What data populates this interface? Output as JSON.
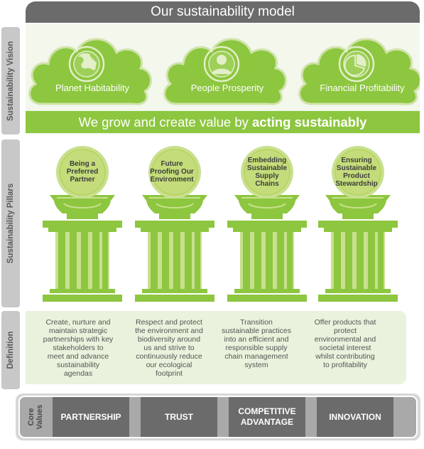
{
  "title": "Our sustainability model",
  "side_labels": {
    "vision": "Sustainability Vision",
    "pillars": "Sustainability Pillars",
    "definition": "Definition",
    "core_values": "Core Values"
  },
  "vision": {
    "clouds": [
      {
        "label": "Planet Habitability",
        "icon": "globe-icon"
      },
      {
        "label": "People Prosperity",
        "icon": "person-icon"
      },
      {
        "label": "Financial Profitability",
        "icon": "pie-chart-icon"
      }
    ],
    "banner_prefix": "We grow and create value by ",
    "banner_bold": "acting sustainably"
  },
  "pillars": [
    {
      "line1": "Being a",
      "line2": "Preferred",
      "line3": "Partner",
      "line4": ""
    },
    {
      "line1": "Future",
      "line2": "Proofing Our",
      "line3": "Environment",
      "line4": ""
    },
    {
      "line1": "Embedding",
      "line2": "Sustainable",
      "line3": "Supply",
      "line4": "Chains"
    },
    {
      "line1": "Ensuring",
      "line2": "Sustainable",
      "line3": "Product",
      "line4": "Stewardship"
    }
  ],
  "definitions": [
    [
      "Create, nurture and",
      "maintain strategic",
      "partnerships with key",
      "stakeholders to",
      "meet and advance",
      "sustainability",
      "agendas"
    ],
    [
      "Respect and protect",
      "the environment and",
      "biodiversity around",
      "us and strive to",
      "continuously reduce",
      "our ecological",
      "footprint"
    ],
    [
      "Transition",
      "sustainable practices",
      "into an efficient and",
      "responsible supply",
      "chain management",
      "system",
      ""
    ],
    [
      "Offer products that",
      "protect",
      "environmental and",
      "societal interest",
      "whilst contributing",
      "to profitability",
      ""
    ]
  ],
  "core_values": {
    "label_line1": "Core",
    "label_line2": "Values",
    "items": [
      {
        "line1": "PARTNERSHIP",
        "line2": ""
      },
      {
        "line1": "TRUST",
        "line2": ""
      },
      {
        "line1": "COMPETITIVE",
        "line2": "ADVANTAGE"
      },
      {
        "line1": "INNOVATION",
        "line2": ""
      }
    ]
  },
  "colors": {
    "green": "#8dc63f",
    "light_green": "#c9e08f",
    "grey": "#6b6b6b",
    "pale": "#e9f2dc"
  }
}
